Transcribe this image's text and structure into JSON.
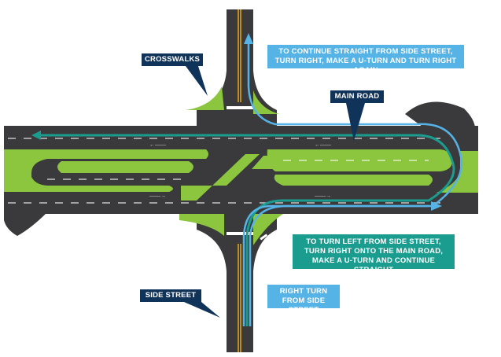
{
  "labels": {
    "crosswalks": "CROSSWALKS",
    "main_road": "MAIN ROAD",
    "side_street": "SIDE STREET",
    "continue_straight": "TO CONTINUE STRAIGHT FROM SIDE STREET, TURN RIGHT, MAKE A U-TURN AND TURN RIGHT AGAIN",
    "turn_left": "TO TURN LEFT FROM SIDE STREET, TURN RIGHT ONTO THE MAIN ROAD, MAKE A U-TURN AND CONTINUE STRAIGHT",
    "right_turn": "RIGHT TURN FROM SIDE STREET"
  },
  "colors": {
    "asphalt": "#3a3a3c",
    "grass": "#8cc63f",
    "navy": "#10335a",
    "light_blue": "#56b3e6",
    "teal": "#1a9c8f",
    "center_line": "#e0a21a",
    "lane_marking": "#ffffff"
  },
  "icons": [
    "arrow-left-icon",
    "arrow-right-icon",
    "arrow-up-icon"
  ]
}
